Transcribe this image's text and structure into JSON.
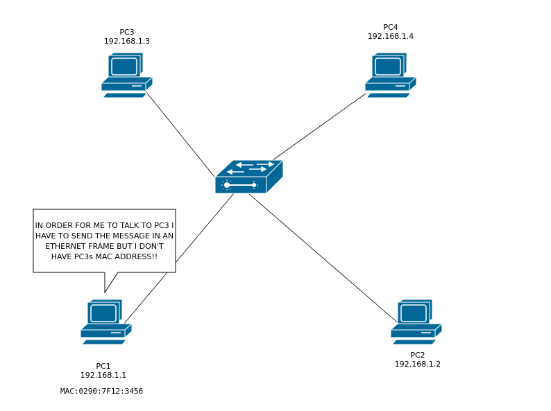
{
  "diagram": {
    "type": "network-topology",
    "device_color": "#036897",
    "link_color": "#000000",
    "nodes": [
      {
        "id": "PC3",
        "kind": "pc",
        "name": "PC3",
        "ip": "192.168.1.3"
      },
      {
        "id": "PC4",
        "kind": "pc",
        "name": "PC4",
        "ip": "192.168.1.4"
      },
      {
        "id": "SW",
        "kind": "switch",
        "name": ""
      },
      {
        "id": "PC1",
        "kind": "pc",
        "name": "PC1",
        "ip": "192.168.1.1",
        "mac": "MAC:0290:7F12:3456"
      },
      {
        "id": "PC2",
        "kind": "pc",
        "name": "PC2",
        "ip": "192.168.1.2"
      }
    ],
    "links": [
      {
        "from": "PC3",
        "to": "SW"
      },
      {
        "from": "PC4",
        "to": "SW"
      },
      {
        "from": "PC1",
        "to": "SW"
      },
      {
        "from": "PC2",
        "to": "SW"
      }
    ],
    "callout": {
      "attached_to": "PC1",
      "lines": [
        "IN ORDER FOR ME TO TALK TO PC3 I",
        "HAVE TO SEND THE MESSAGE IN AN",
        "ETHERNET FRAME BUT I DON'T",
        "HAVE PC3s MAC ADDRESS!!"
      ]
    }
  }
}
